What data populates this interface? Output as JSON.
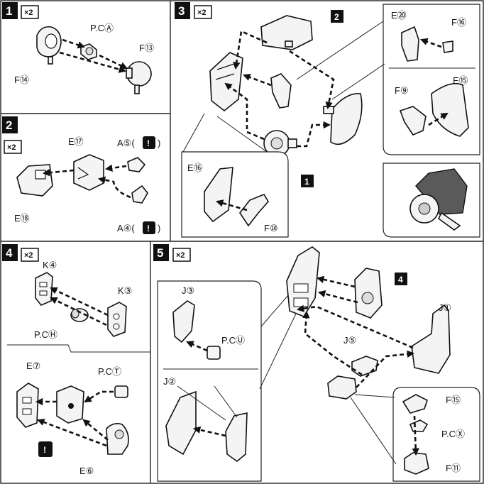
{
  "steps": [
    {
      "number": "1",
      "multiplier": "×2",
      "labels": {
        "pc": "P.CⒶ",
        "f13": "F⑬",
        "f14": "F⑭"
      }
    },
    {
      "number": "2",
      "multiplier": "×2",
      "labels": {
        "e17": "E⑰",
        "a5": "A⑤(",
        "a4": "A④(",
        "e18": "E⑱",
        "warn": "!",
        "close": ")"
      }
    },
    {
      "number": "3",
      "multiplier": "×2",
      "labels": {
        "ref2": "2",
        "ref1": "1",
        "e20": "E⑳",
        "f16": "F⑯",
        "f9": "F⑨",
        "e15": "E⑮",
        "e16": "E⑯",
        "f10": "F⑩"
      }
    },
    {
      "number": "4",
      "multiplier": "×2",
      "labels": {
        "k4": "K④",
        "k3": "K③",
        "pch": "P.CⒽ",
        "e7": "E⑦",
        "pct": "P.CⓉ",
        "e6": "E⑥",
        "warn": "!"
      }
    },
    {
      "number": "5",
      "multiplier": "×2",
      "labels": {
        "ref4": "4",
        "j3": "J③",
        "pcu": "P.CⓊ",
        "j2": "J②",
        "j1": "J①",
        "j5": "J⑤",
        "f15": "F⑮",
        "pcx": "P.CⓍ",
        "f11": "F⑪"
      }
    }
  ],
  "arrow_icon": "dashed-assembly-arrow",
  "warning_icon": "exclamation-box-icon"
}
